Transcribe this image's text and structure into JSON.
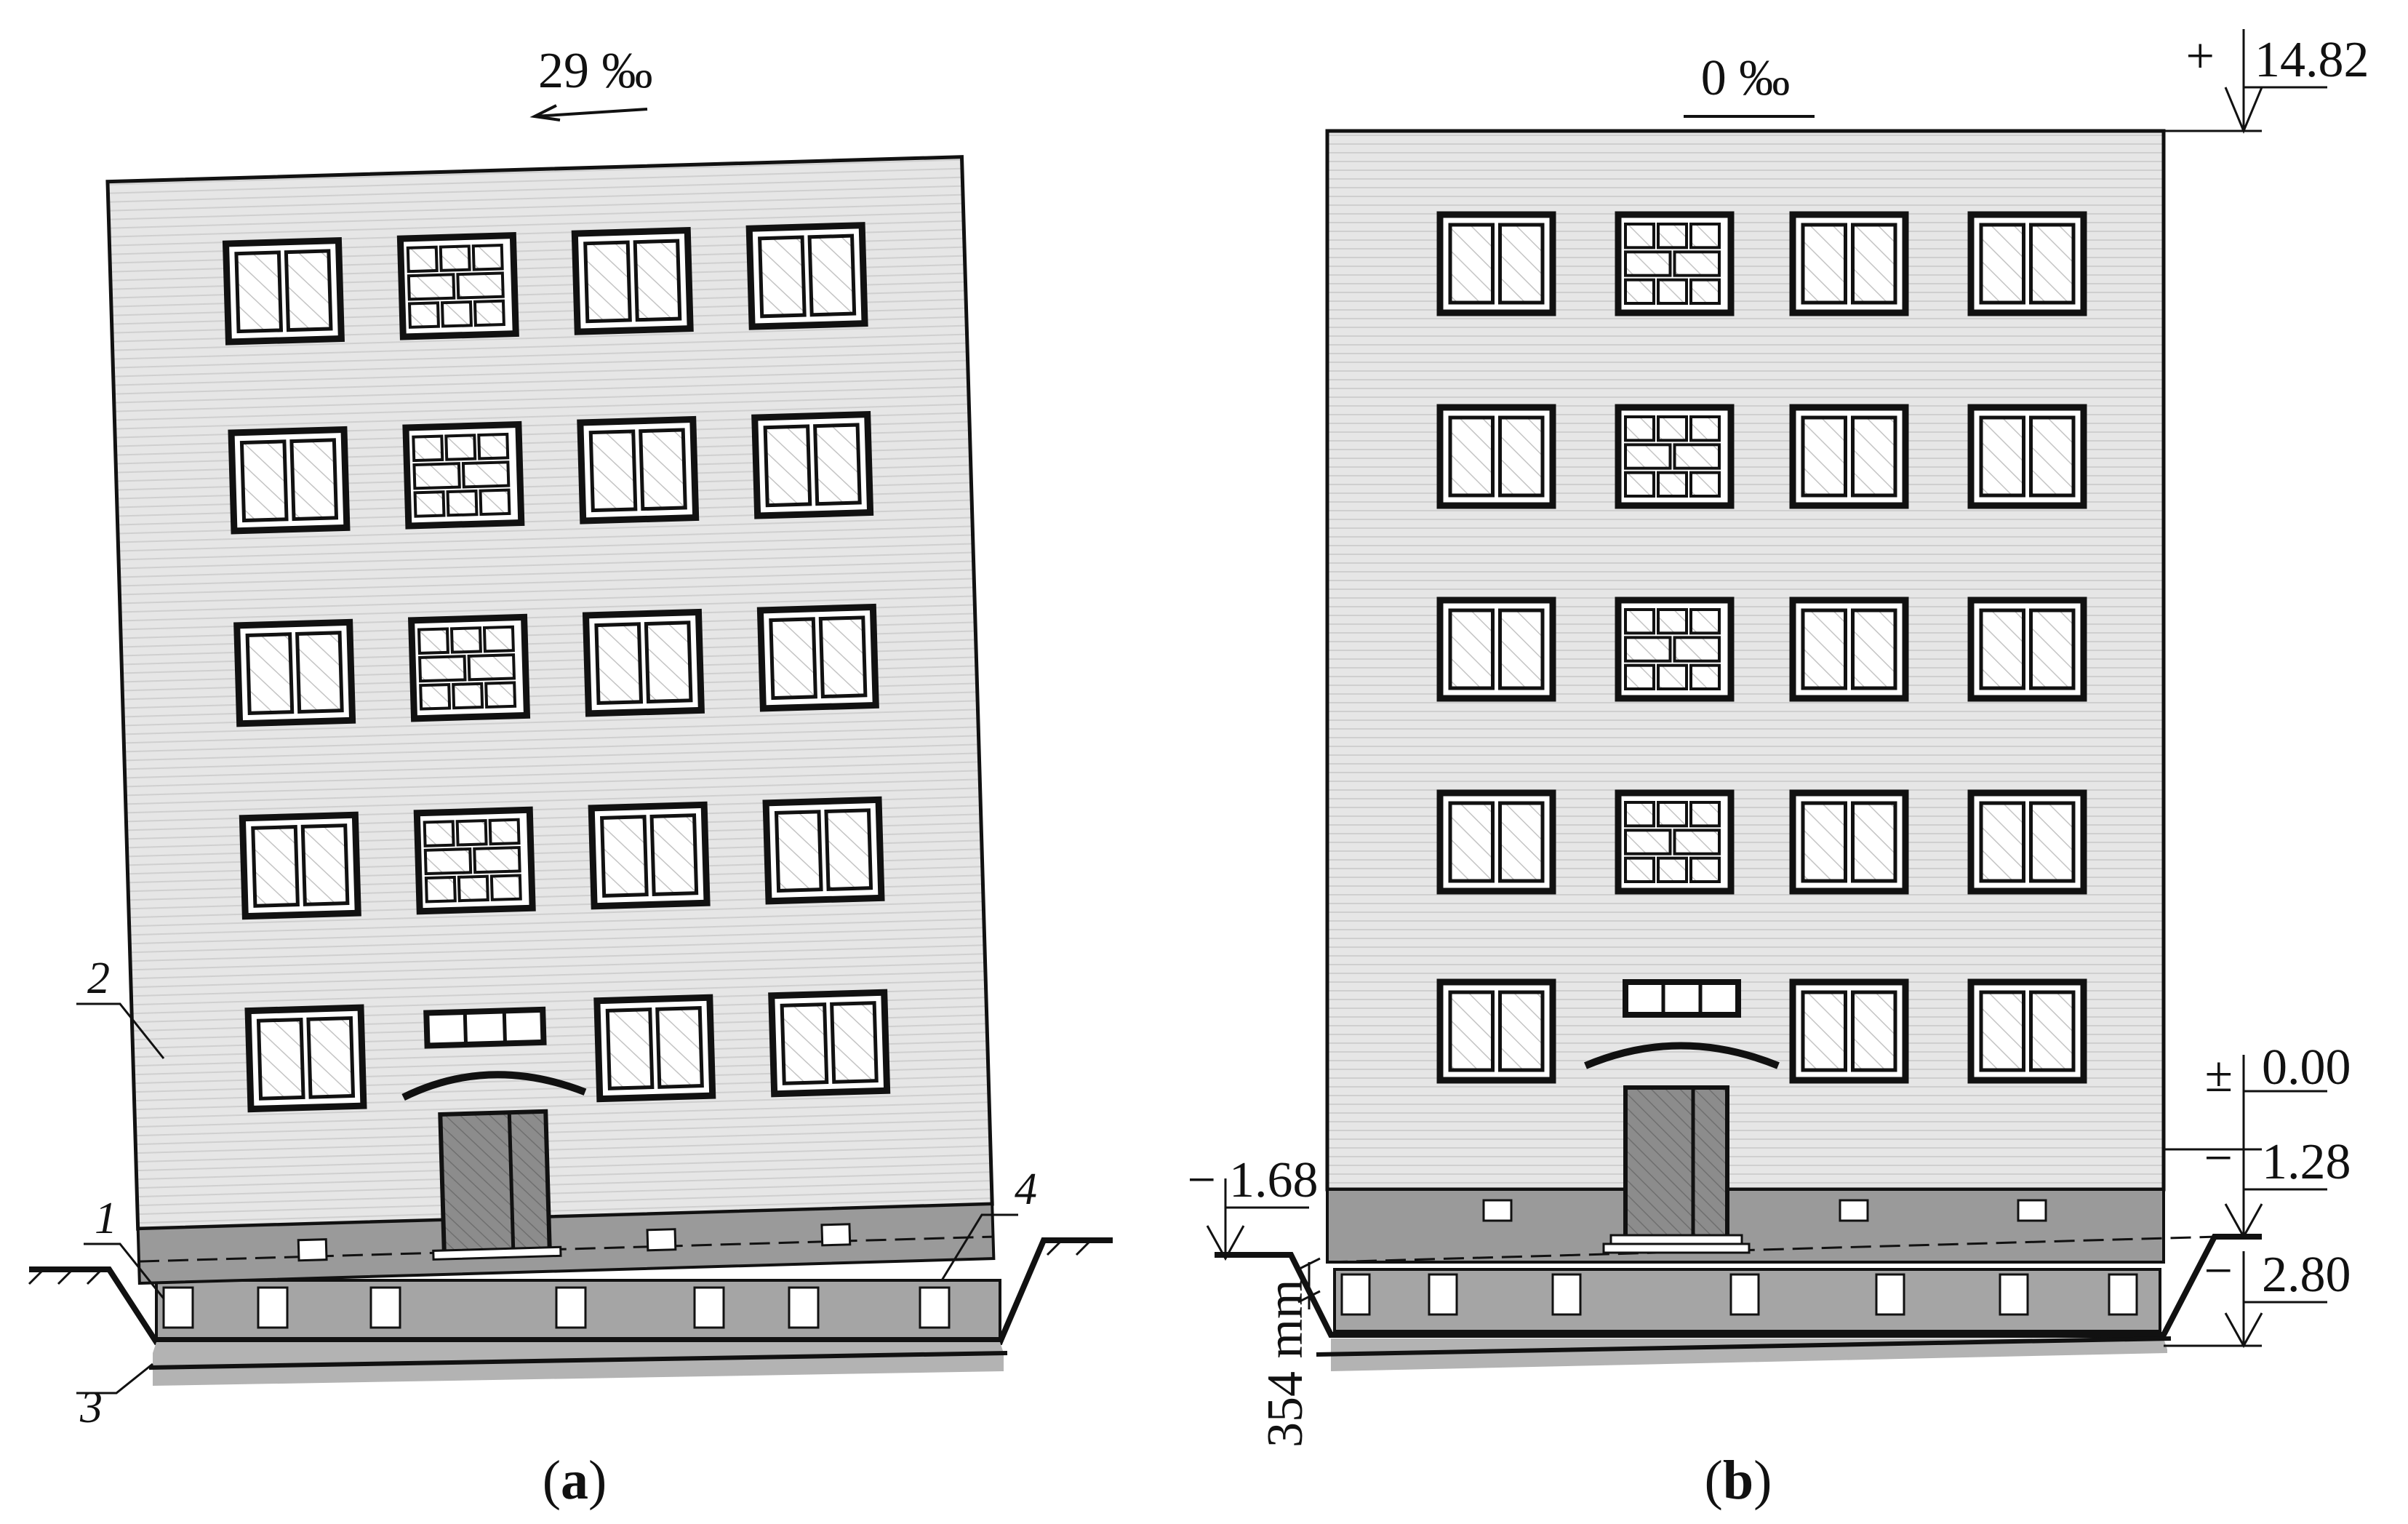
{
  "panel_a": {
    "slope_text": "29 ‰",
    "callouts": {
      "c1": "1",
      "c2": "2",
      "c3": "3",
      "c4": "4"
    },
    "caption": {
      "open": "(",
      "letter": "a",
      "close": ")"
    }
  },
  "panel_b": {
    "slope_text": "0 ‰",
    "elevations": {
      "top": "14.82",
      "top_sign": "+",
      "zero": "0.00",
      "zero_sign": "±",
      "e1": "1.28",
      "e1_sign": "−",
      "e2": "2.80",
      "e2_sign": "−",
      "left": "1.68",
      "left_sign": "−"
    },
    "gap_text": "354 mm",
    "caption": {
      "open": "(",
      "letter": "b",
      "close": ")"
    }
  },
  "colors": {
    "wall": "#e6e6e6",
    "wall_hatch": "#cfcfcf",
    "plinth": "#9a9a9a",
    "ground_base": "#b3b3b3",
    "door": "#8c8c8c",
    "ink": "#111111"
  }
}
